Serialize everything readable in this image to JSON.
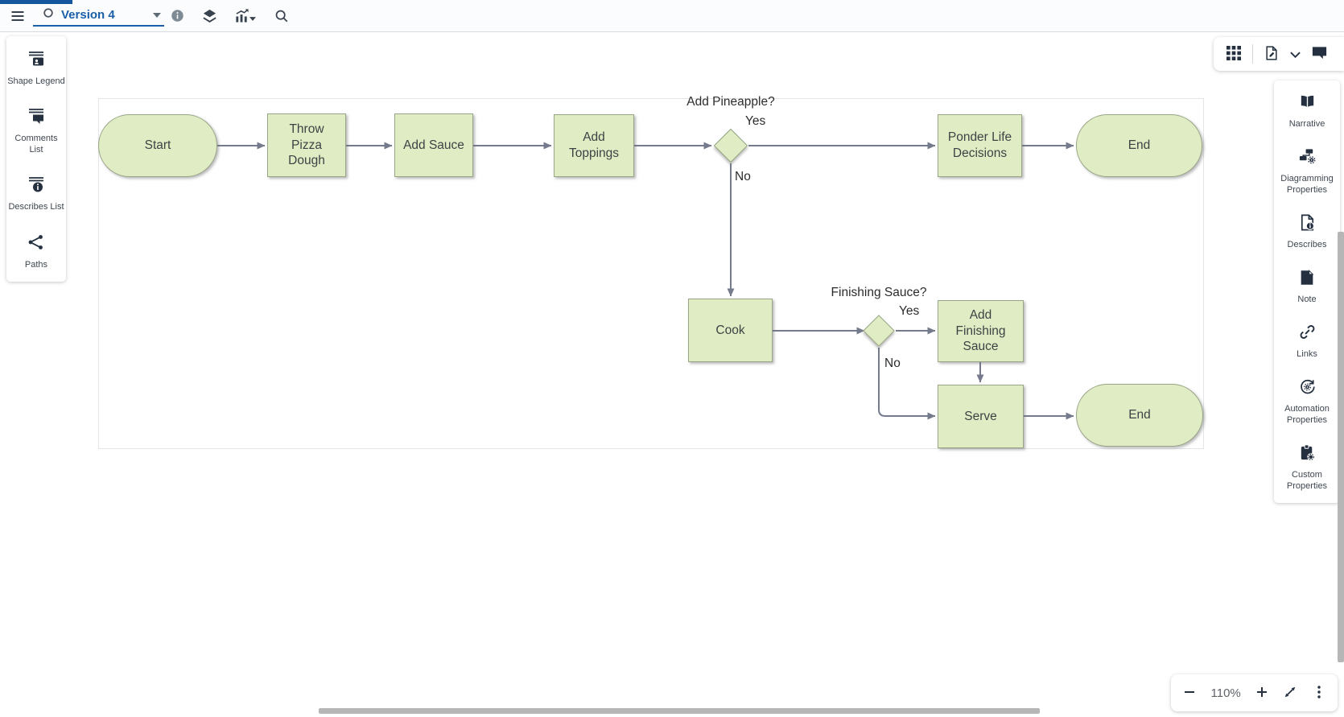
{
  "top_bar": {
    "version_label": "Version 4"
  },
  "left_panel": {
    "items": [
      {
        "label": "Shape Legend",
        "icon": "shape-legend-icon"
      },
      {
        "label": "Comments List",
        "icon": "comments-list-icon"
      },
      {
        "label": "Describes List",
        "icon": "describes-list-icon"
      },
      {
        "label": "Paths",
        "icon": "paths-icon"
      }
    ]
  },
  "top_right_toolbar": {
    "icons": [
      "grid-icon",
      "document-edit-icon",
      "chevron-down-icon",
      "chat-icon"
    ]
  },
  "right_panel": {
    "items": [
      {
        "label": "Narrative",
        "icon": "narrative-icon"
      },
      {
        "label": "Diagramming Properties",
        "icon": "diagramming-properties-icon"
      },
      {
        "label": "Describes",
        "icon": "describes-icon"
      },
      {
        "label": "Note",
        "icon": "note-icon"
      },
      {
        "label": "Links",
        "icon": "links-icon"
      },
      {
        "label": "Automation Properties",
        "icon": "automation-properties-icon"
      },
      {
        "label": "Custom Properties",
        "icon": "custom-properties-icon"
      }
    ]
  },
  "zoom_controls": {
    "zoom_level": "110%"
  },
  "canvas": {
    "nodes": [
      {
        "id": "start",
        "type": "terminator",
        "label": "Start"
      },
      {
        "id": "throw-pizza-dough",
        "type": "process",
        "label": "Throw Pizza Dough"
      },
      {
        "id": "add-sauce",
        "type": "process",
        "label": "Add Sauce"
      },
      {
        "id": "add-toppings",
        "type": "process",
        "label": "Add Toppings"
      },
      {
        "id": "pineapple-decision",
        "type": "decision",
        "label": ""
      },
      {
        "id": "ponder-life-decisions",
        "type": "process",
        "label": "Ponder Life Decisions"
      },
      {
        "id": "end-top",
        "type": "terminator",
        "label": "End"
      },
      {
        "id": "cook",
        "type": "process",
        "label": "Cook"
      },
      {
        "id": "finishing-sauce-decision",
        "type": "decision",
        "label": ""
      },
      {
        "id": "add-finishing-sauce",
        "type": "process",
        "label": "Add Finishing Sauce"
      },
      {
        "id": "serve",
        "type": "process",
        "label": "Serve"
      },
      {
        "id": "end-bottom",
        "type": "terminator",
        "label": "End"
      }
    ],
    "edge_labels": {
      "pineapple_question": "Add Pineapple?",
      "pineapple_yes": "Yes",
      "pineapple_no": "No",
      "finishing_question": "Finishing Sauce?",
      "finishing_yes": "Yes",
      "finishing_no": "No"
    },
    "edges": [
      {
        "from": "start",
        "to": "throw-pizza-dough"
      },
      {
        "from": "throw-pizza-dough",
        "to": "add-sauce"
      },
      {
        "from": "add-sauce",
        "to": "add-toppings"
      },
      {
        "from": "add-toppings",
        "to": "pineapple-decision"
      },
      {
        "from": "pineapple-decision",
        "to": "ponder-life-decisions",
        "label": "Yes"
      },
      {
        "from": "pineapple-decision",
        "to": "cook",
        "label": "No"
      },
      {
        "from": "ponder-life-decisions",
        "to": "end-top"
      },
      {
        "from": "cook",
        "to": "finishing-sauce-decision"
      },
      {
        "from": "finishing-sauce-decision",
        "to": "add-finishing-sauce",
        "label": "Yes"
      },
      {
        "from": "finishing-sauce-decision",
        "to": "serve",
        "label": "No"
      },
      {
        "from": "add-finishing-sauce",
        "to": "serve"
      },
      {
        "from": "serve",
        "to": "end-bottom"
      }
    ]
  },
  "colors": {
    "accent_blue": "#1a5fa8",
    "shape_fill": "#e0ecc4",
    "shape_border": "#98a687",
    "connector": "#757a8d",
    "icon": "#243040",
    "scrollbar": "#b6b6b6"
  }
}
